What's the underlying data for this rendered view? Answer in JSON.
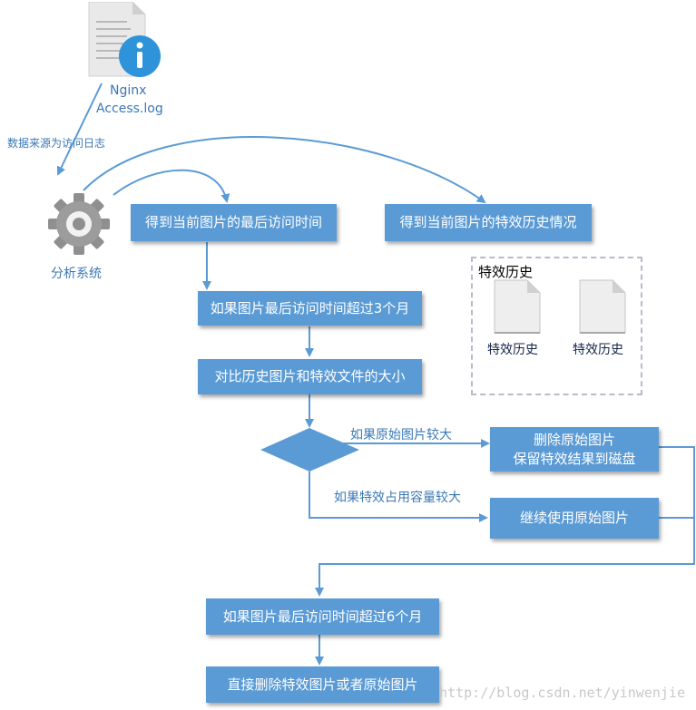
{
  "source": {
    "icon": "info-document-icon",
    "name_line1": "Nginx",
    "name_line2": "Access.log",
    "edge_label": "数据来源为访问日志"
  },
  "analyzer": {
    "icon": "gear-icon",
    "label": "分析系统"
  },
  "steps": {
    "get_last_access": "得到当前图片的最后访问时间",
    "get_effect_history": "得到当前图片的特效历史情况",
    "over_3_months": "如果图片最后访问时间超过3个月",
    "compare_size": "对比历史图片和特效文件的大小",
    "delete_original_line1": "删除原始图片",
    "delete_original_line2": "保留特效结果到磁盘",
    "keep_original": "继续使用原始图片",
    "over_6_months": "如果图片最后访问时间超过6个月",
    "delete_all": "直接删除特效图片或者原始图片"
  },
  "decision": {
    "yes_label": "如果原始图片较大",
    "no_label": "如果特效占用容量较大"
  },
  "history": {
    "title": "特效历史",
    "files": [
      "特效历史",
      "特效历史"
    ]
  },
  "watermark": "http://blog.csdn.net/yinwenjie",
  "colors": {
    "node_fill": "#5b9bd5",
    "line": "#5b9bd5",
    "label": "#3a78b6"
  }
}
